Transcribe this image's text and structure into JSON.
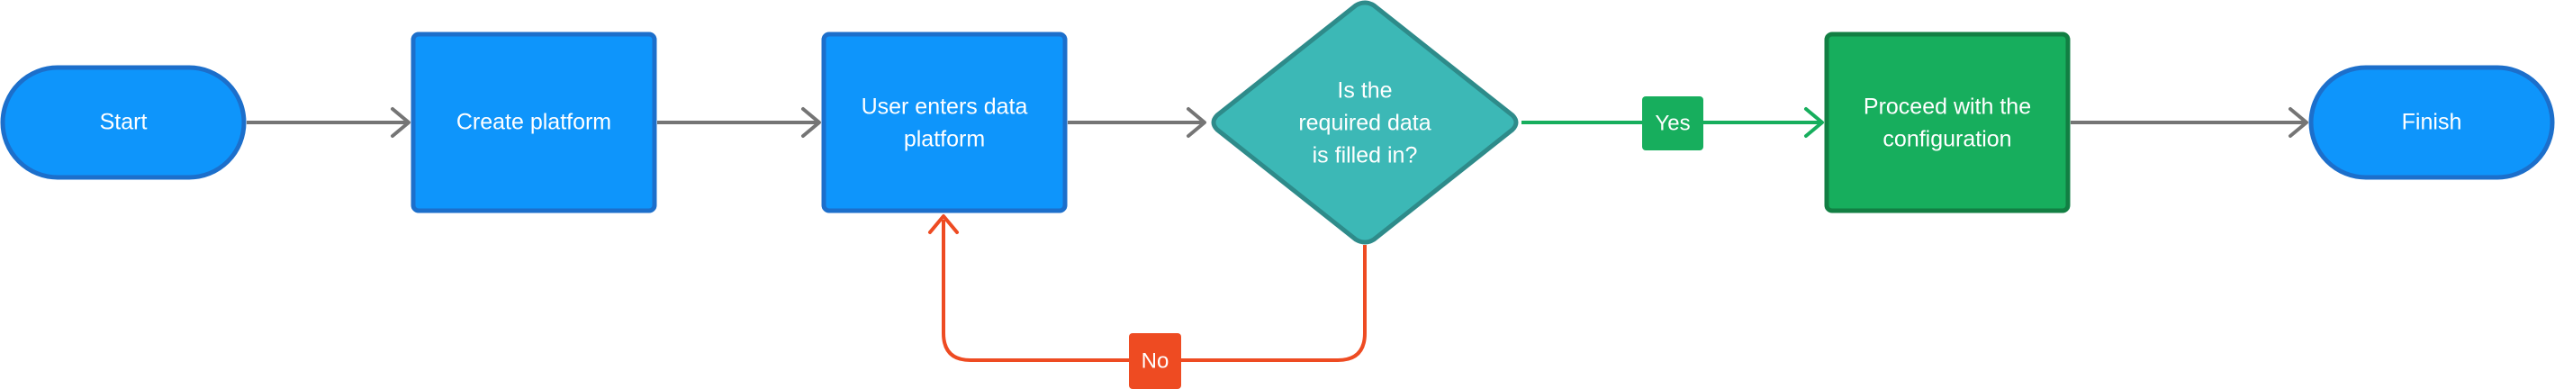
{
  "nodes": {
    "start": "Start",
    "create_platform": "Create platform",
    "user_enters": [
      "User enters data",
      "platform"
    ],
    "decision": [
      "Is the",
      "required data",
      "is filled in?"
    ],
    "proceed": [
      "Proceed with the",
      "configuration"
    ],
    "finish": "Finish"
  },
  "edges": {
    "yes_label": "Yes",
    "no_label": "No"
  },
  "colors": {
    "blue_fill": "#0E95FB",
    "blue_stroke": "#1C6FCB",
    "teal_fill": "#3CB8B6",
    "teal_stroke": "#2E8B8A",
    "green_fill": "#17AE5D",
    "green_stroke": "#127F43",
    "gray_arrow": "#757575",
    "green_arrow": "#17AE5D",
    "red_arrow": "#EE4B22"
  }
}
